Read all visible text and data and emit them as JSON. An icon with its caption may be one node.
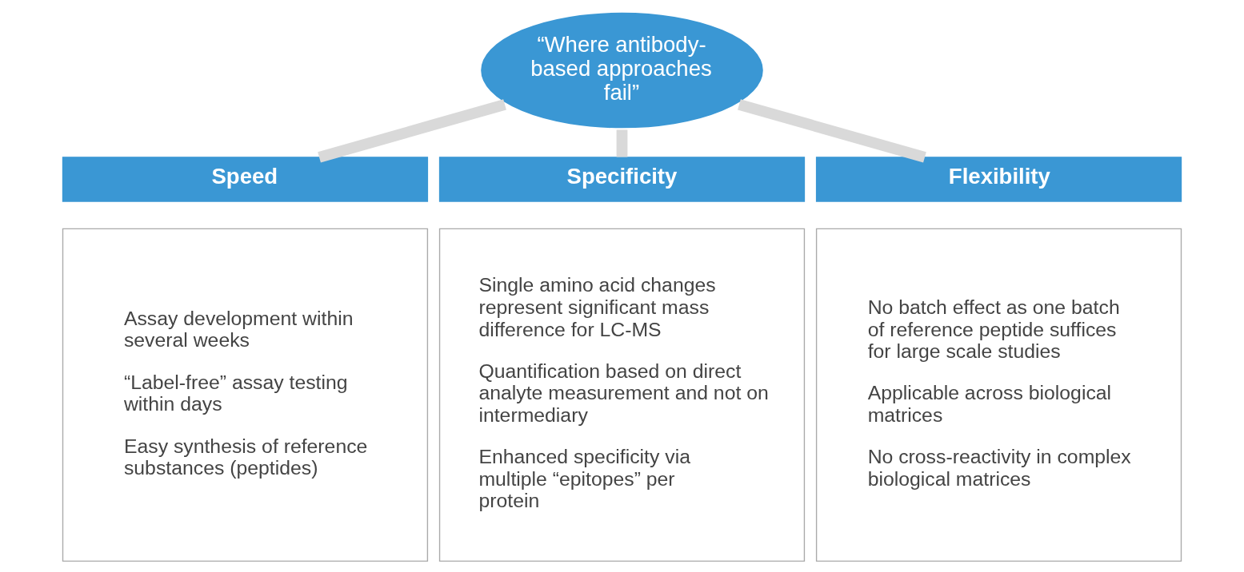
{
  "diagram": {
    "nodes": [
      {
        "text": [
          "“Where antibody-based approaches fail”"
        ]
      },
      {
        "text": [
          "Speed"
        ]
      },
      {
        "text": [
          "Specificity"
        ]
      },
      {
        "text": [
          "Flexibility"
        ]
      },
      {
        "text": [
          "Assay development within several weeks",
          "“Label-free” assay testing within days",
          "Easy synthesis of reference substances (peptides)"
        ]
      },
      {
        "text": [
          "Single amino acid changes represent significant mass difference for LC-MS",
          "Quantification based on direct analyte measurement and not on intermediary",
          "Enhanced specificity via multiple “epitopes” per protein"
        ]
      },
      {
        "text": [
          "No batch effect as one batch of reference peptide suffices for large scale studies",
          "Applicable across biological matrices",
          "No cross-reactivity in complex biological matrices"
        ]
      }
    ],
    "edges": [
      {
        "from": 0,
        "to": 1,
        "arrow": "none"
      },
      {
        "from": 0,
        "to": 2,
        "arrow": "none"
      },
      {
        "from": 0,
        "to": 3,
        "arrow": "none"
      }
    ]
  }
}
